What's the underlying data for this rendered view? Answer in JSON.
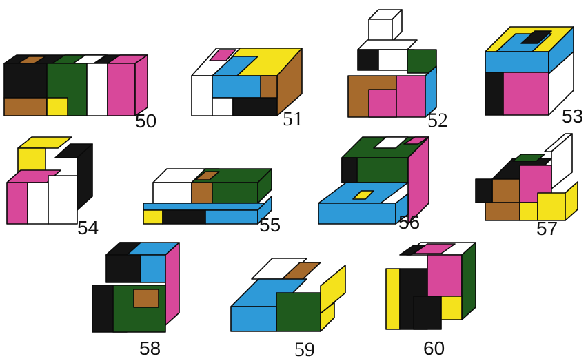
{
  "colors": {
    "black": "#141414",
    "yellow": "#f4e21c",
    "green": "#1f5a1d",
    "white": "#ffffff",
    "pink": "#d8489a",
    "brown": "#a66a2c",
    "blue": "#2e9ad8"
  },
  "puzzles": [
    {
      "number": "50"
    },
    {
      "number": "51"
    },
    {
      "number": "52"
    },
    {
      "number": "53"
    },
    {
      "number": "54"
    },
    {
      "number": "55"
    },
    {
      "number": "56"
    },
    {
      "number": "57"
    },
    {
      "number": "58"
    },
    {
      "number": "59"
    },
    {
      "number": "60"
    }
  ]
}
